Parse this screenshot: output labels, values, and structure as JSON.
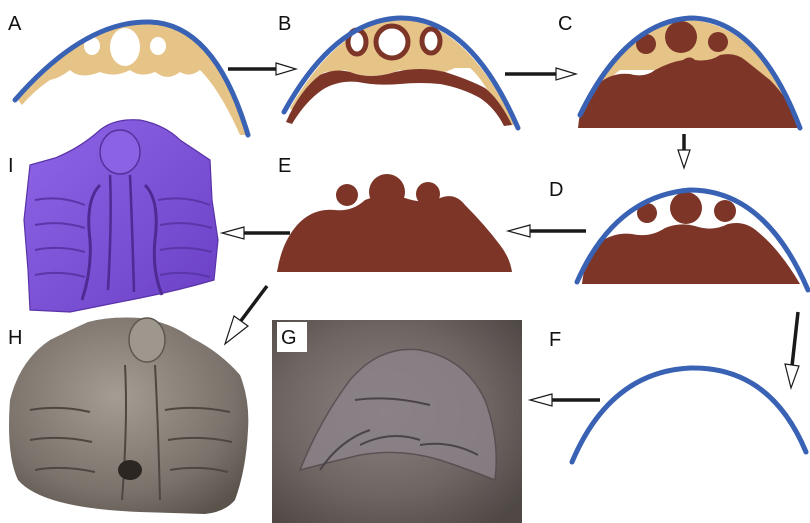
{
  "panels": {
    "a": "A",
    "b": "B",
    "c": "C",
    "d": "D",
    "e": "E",
    "f": "F",
    "g": "G",
    "h": "H",
    "i": "I"
  },
  "colors": {
    "shell": "#3a62b4",
    "matrix": "#e6c488",
    "infill": "#7d3528",
    "render_3d": "#7c4fd3",
    "photo_stone": "#8a7f78",
    "photo_bg": "#6f6660",
    "arrow": "#1a1a1a",
    "background": "#ffffff"
  },
  "icons": {
    "arrow": "hollow-head-arrow",
    "render": "3d-scan-render-of-fossil",
    "photo": "fossil-specimen-photograph"
  }
}
